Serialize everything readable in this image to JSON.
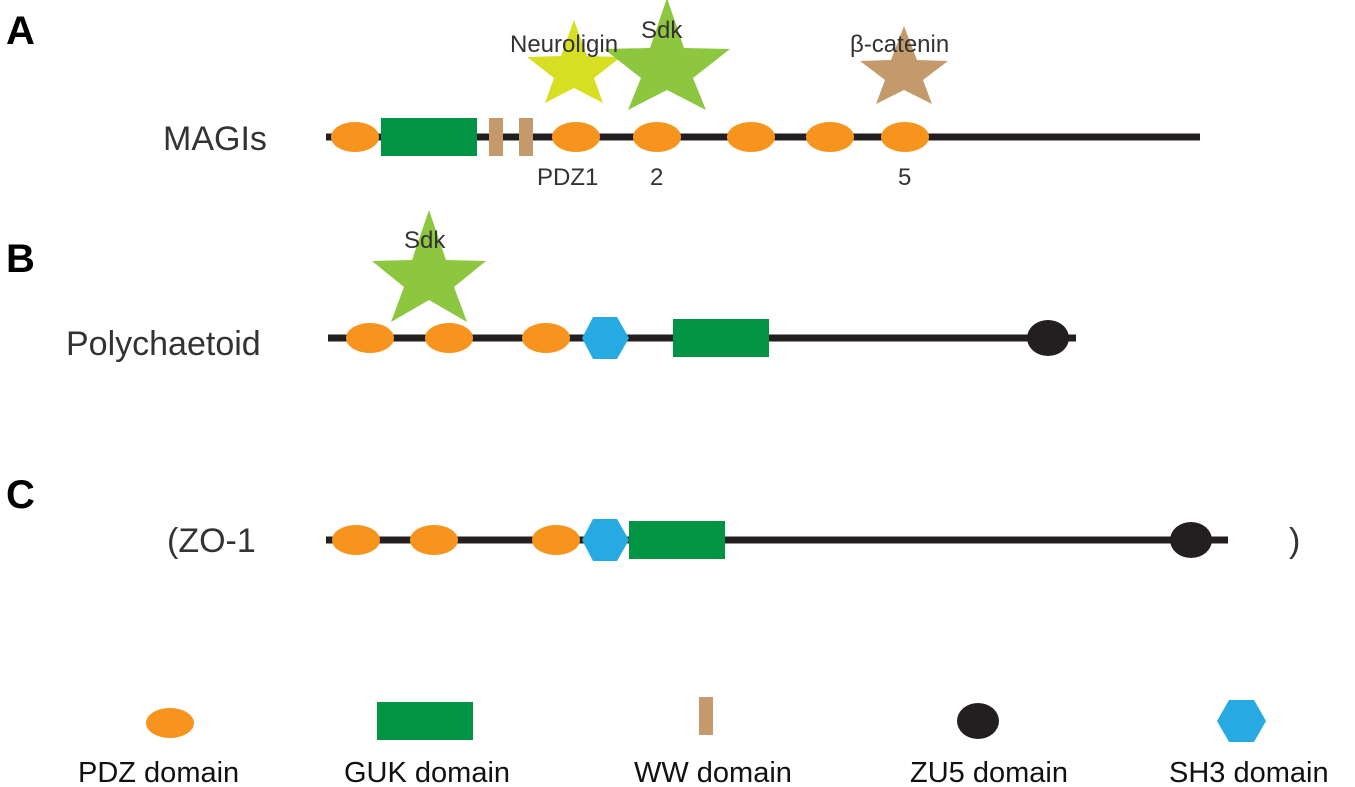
{
  "panels": [
    {
      "letter": "A",
      "protein": "MAGIs",
      "domain_labels": [
        "PDZ1",
        "2",
        "5"
      ],
      "binders": [
        "Neuroligin",
        "Sdk",
        "β-catenin"
      ]
    },
    {
      "letter": "B",
      "protein": "Polychaetoid",
      "binders": [
        "Sdk"
      ]
    },
    {
      "letter": "C",
      "protein": "(ZO-1",
      "closing": ")"
    }
  ],
  "legend": [
    {
      "shape": "pdz-ellipse",
      "label": "PDZ domain",
      "color": "#f7941d"
    },
    {
      "shape": "guk-rect",
      "label": "GUK domain",
      "color": "#009444"
    },
    {
      "shape": "ww-bar",
      "label": "WW domain",
      "color": "#c49a6c"
    },
    {
      "shape": "zu5-oval",
      "label": "ZU5 domain",
      "color": "#231f20"
    },
    {
      "shape": "sh3-hexagon",
      "label": "SH3 domain",
      "color": "#27aae1"
    }
  ],
  "colors": {
    "backbone": "#231f20",
    "pdz": "#f7941d",
    "guk": "#009444",
    "ww": "#c49a6c",
    "zu5": "#231f20",
    "sh3": "#27aae1",
    "neuroligin_star": "#d7df23",
    "sdk_star": "#8dc63f",
    "beta_catenin_star": "#c49a6c"
  }
}
